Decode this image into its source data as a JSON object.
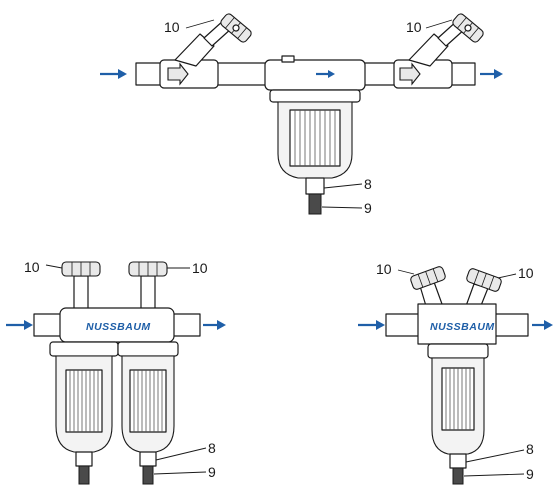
{
  "callouts": {
    "shutoff_valve": "10",
    "drain_valve": "8",
    "drain_connection": "9"
  },
  "brand_label": "NUSSBAUM",
  "colors": {
    "flow_arrow": "#1f5fa8",
    "brand_text": "#1f5fa8",
    "line_art": "#1a1a1a"
  },
  "icons": {
    "flow": "flow-direction-arrow",
    "handwheel": "handwheel-icon"
  }
}
